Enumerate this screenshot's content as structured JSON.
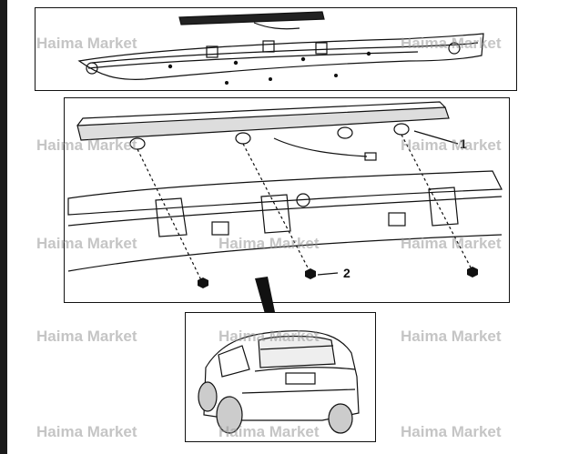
{
  "watermark": {
    "text": "Haima Market"
  },
  "callouts": {
    "label_1": "1",
    "label_2": "2"
  }
}
